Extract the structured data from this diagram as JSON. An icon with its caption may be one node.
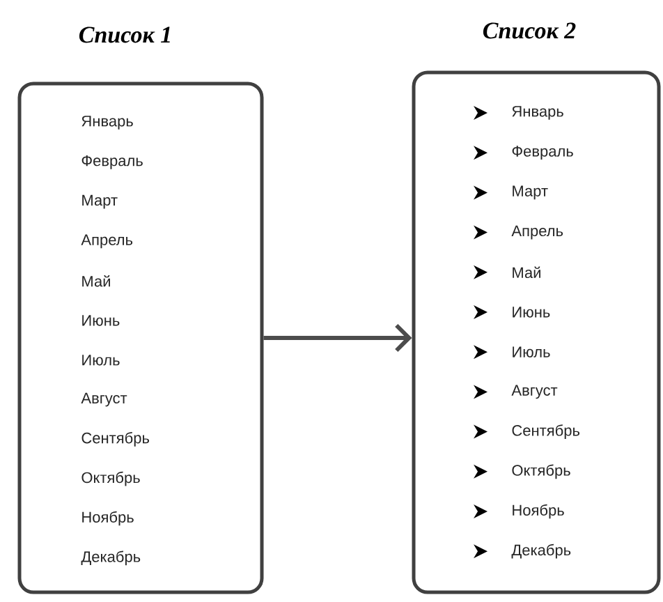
{
  "diagram": {
    "nodes": [
      {
        "text": [
          "Список 1",
          "Январь",
          "Февраль",
          "Март",
          "Апрель",
          "Май",
          "Июнь",
          "Июль",
          "Август",
          "Сентябрь",
          "Октябрь",
          "Ноябрь",
          "Декабрь"
        ]
      },
      {
        "text": [
          "Список 2",
          "Январь",
          "Февраль",
          "Март",
          "Апрель",
          "Май",
          "Июнь",
          "Июль",
          "Август",
          "Сентябрь",
          "Октябрь",
          "Ноябрь",
          "Декабрь"
        ]
      }
    ],
    "edges": [
      {
        "from": 0,
        "to": 1,
        "arrow": "to"
      }
    ]
  }
}
